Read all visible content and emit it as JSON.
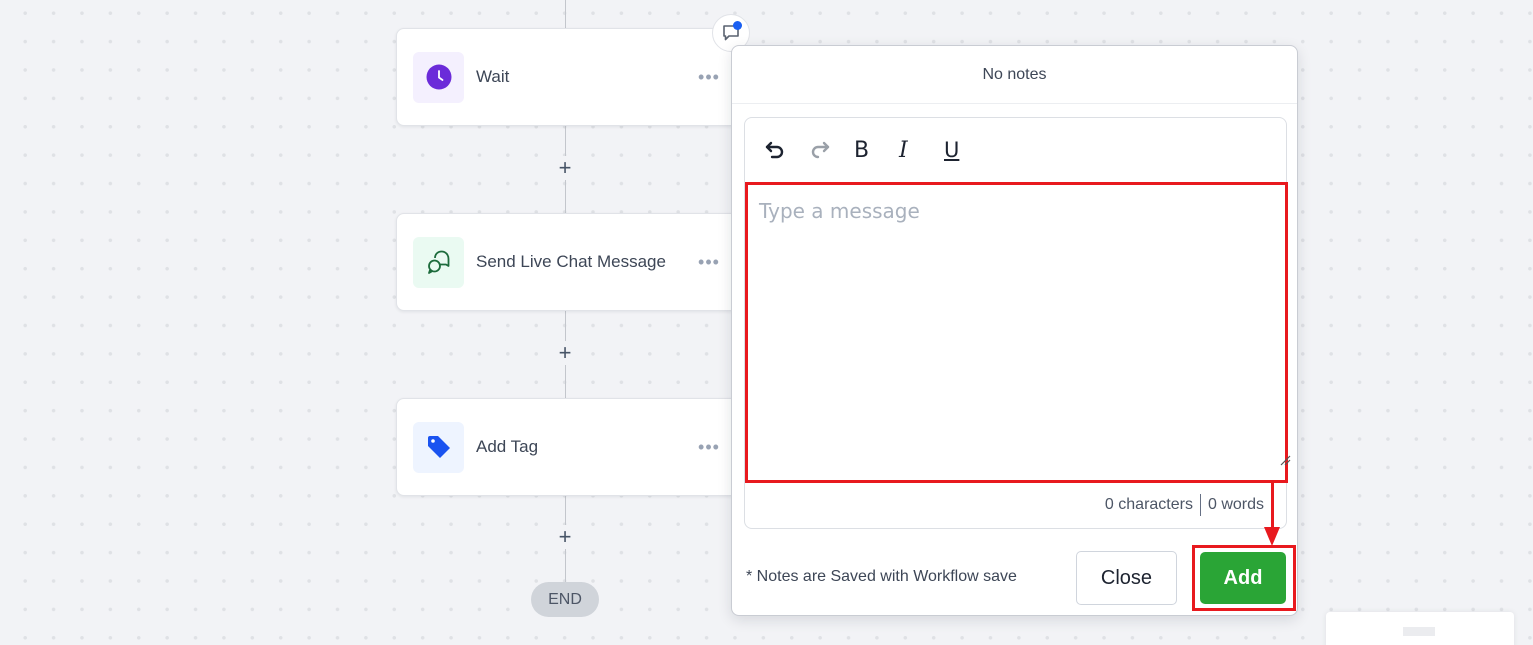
{
  "canvas": {
    "nodes": [
      {
        "label": "Wait",
        "icon": "clock-icon",
        "icon_bg": "#f4f0fe",
        "icon_color": "#6b2bd9"
      },
      {
        "label": "Send Live Chat Message",
        "icon": "chat-bubbles-icon",
        "icon_bg": "#eafaf2",
        "icon_color": "#1d6b3c"
      },
      {
        "label": "Add Tag",
        "icon": "tag-icon",
        "icon_bg": "#eef4ff",
        "icon_color": "#1a53f0"
      }
    ],
    "node_menu_label": "•••",
    "add_step_label": "+",
    "end_label": "END"
  },
  "notes": {
    "header": "No notes",
    "toolbar": {
      "undo": "undo-icon",
      "redo": "redo-icon",
      "bold": "B",
      "italic": "I",
      "underline": "U"
    },
    "message_placeholder": "Type a message",
    "message_value": "",
    "counter": {
      "characters": "0 characters",
      "words": "0 words"
    },
    "footnote": "* Notes are Saved with Workflow save",
    "close_label": "Close",
    "add_label": "Add",
    "has_indicator": true
  },
  "colors": {
    "accent_green": "#2aa536",
    "highlight_red": "#e8191e",
    "indicator_blue": "#1a5ff2"
  }
}
